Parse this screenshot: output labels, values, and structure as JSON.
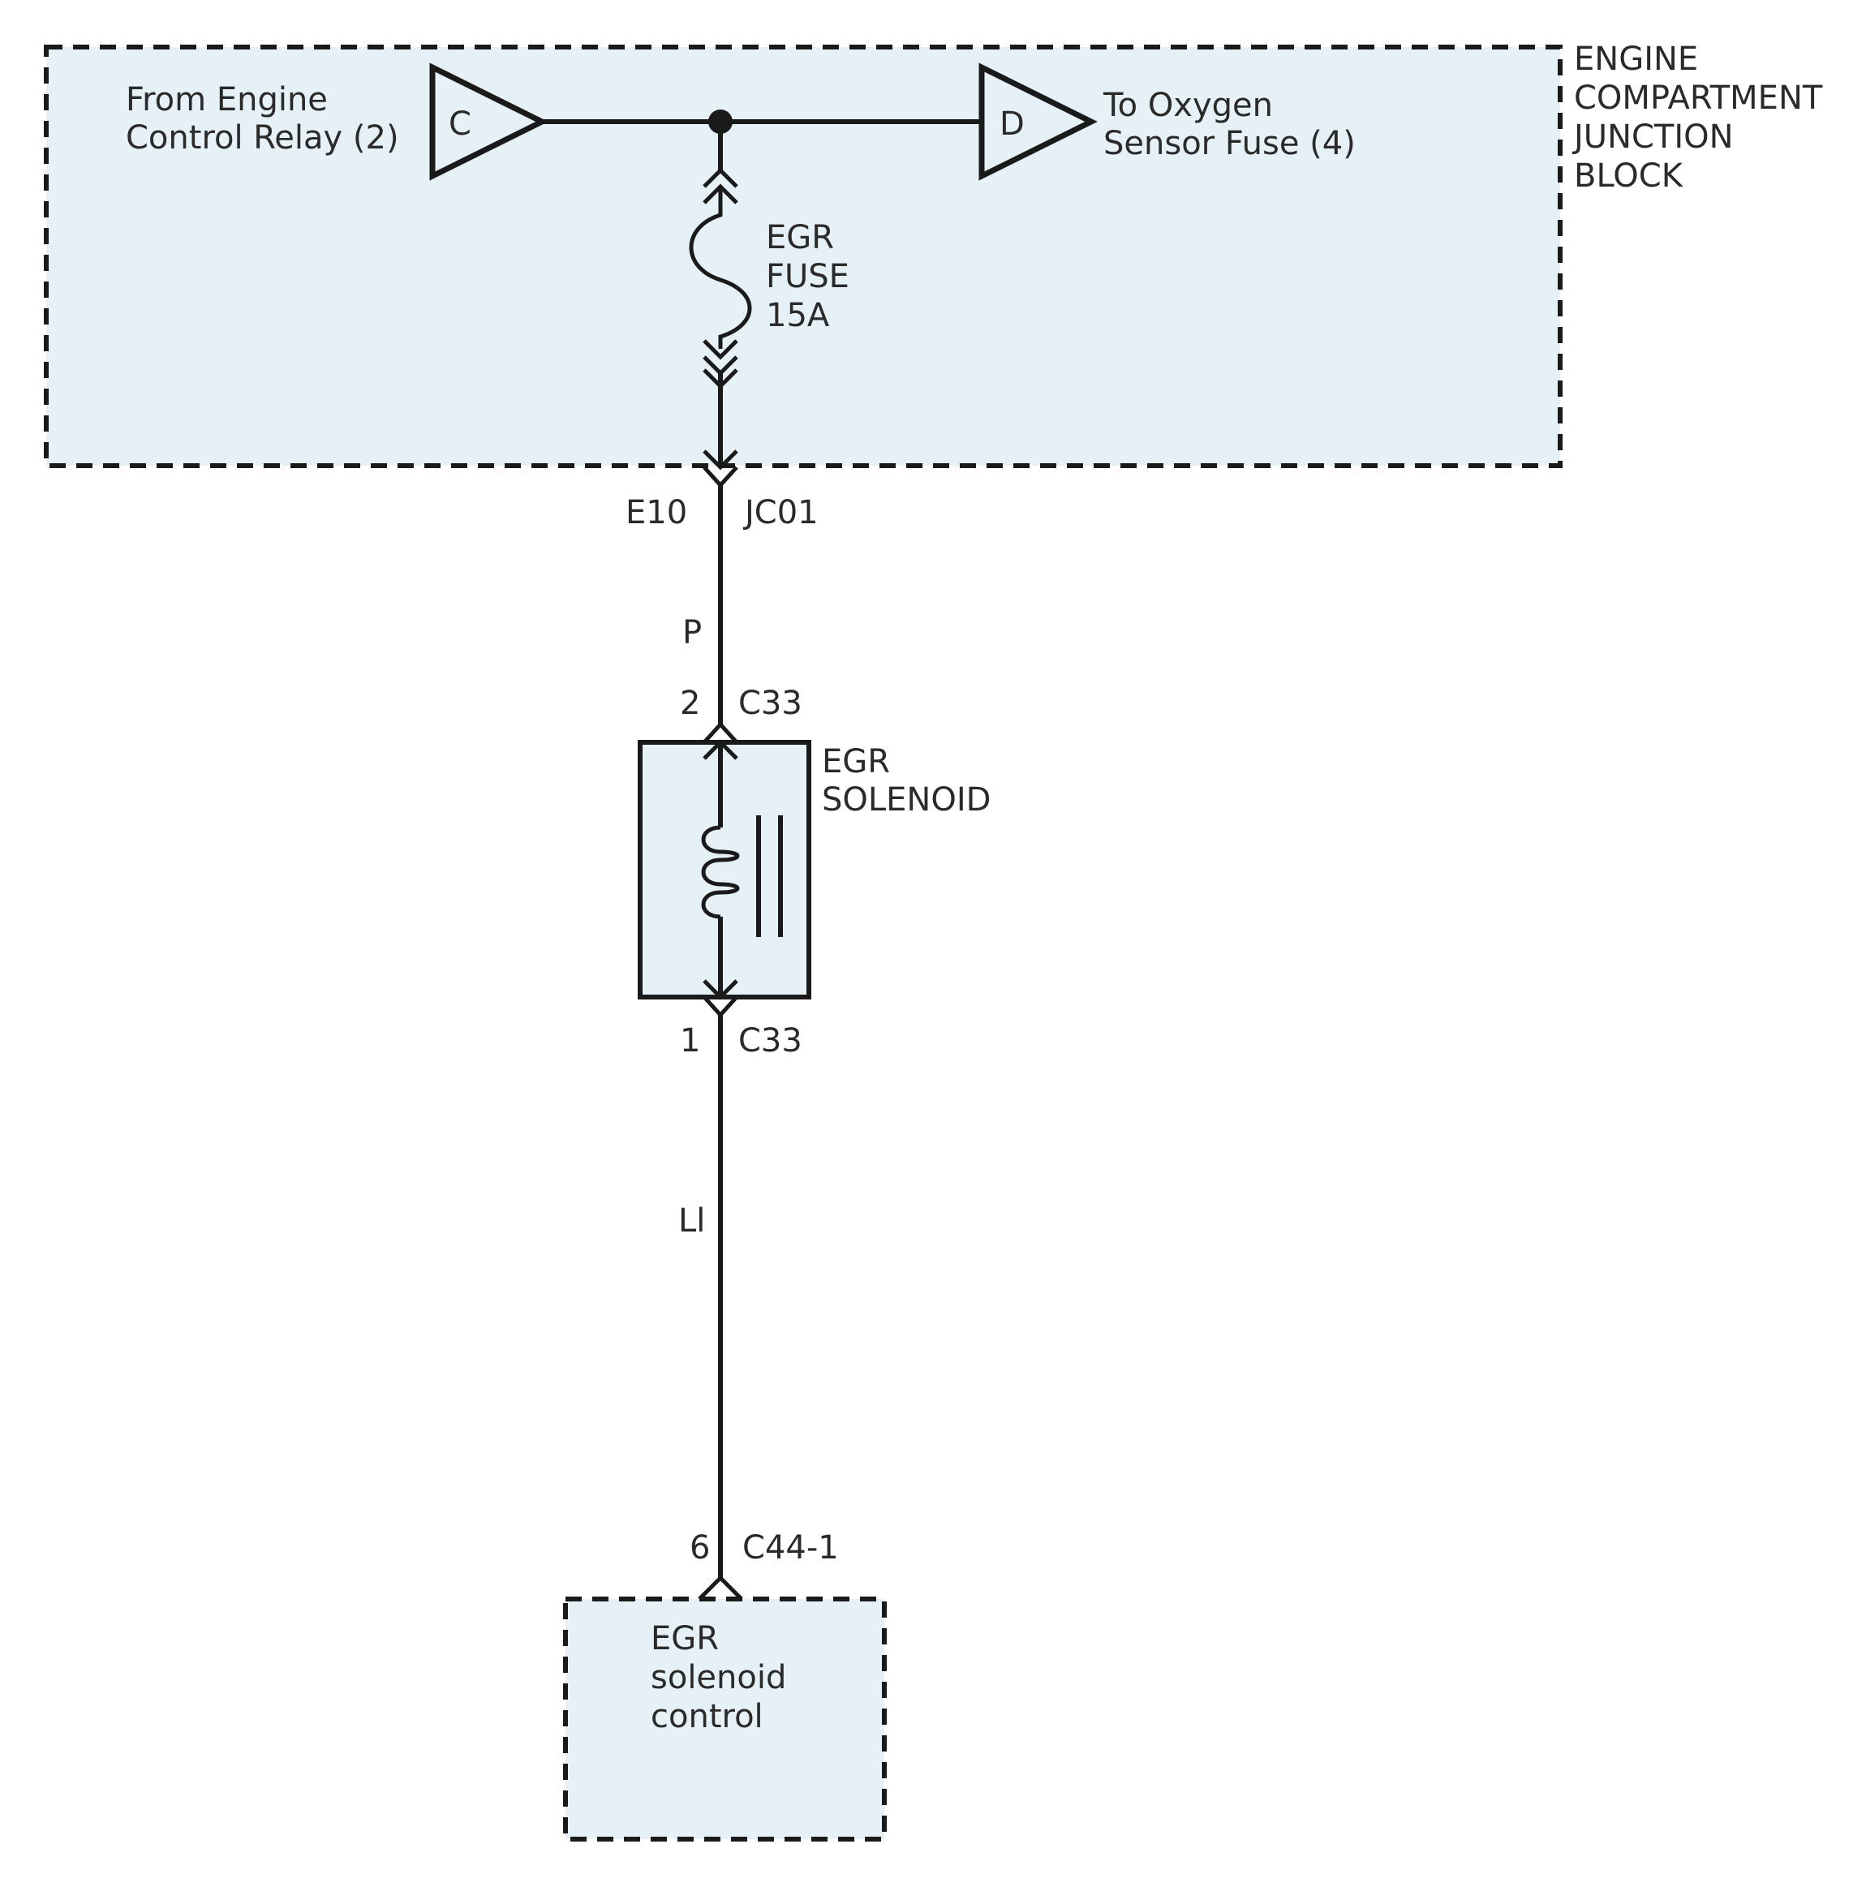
{
  "junction_block": {
    "title_lines": [
      "ENGINE",
      "COMPARTMENT",
      "JUNCTION",
      "BLOCK"
    ]
  },
  "connectors": {
    "from_id": "C",
    "from_label_lines": [
      "From Engine",
      "Control Relay (2)"
    ],
    "to_id": "D",
    "to_label_lines": [
      "To Oxygen",
      "Sensor Fuse (4)"
    ]
  },
  "fuse": {
    "label_lines": [
      "EGR",
      "FUSE",
      "15A"
    ]
  },
  "pins": {
    "jb_out_left": "E10",
    "jb_out_right": "JC01",
    "sol_top_pin": "2",
    "sol_top_conn": "C33",
    "sol_bottom_pin": "1",
    "sol_bottom_conn": "C33",
    "ctrl_pin": "6",
    "ctrl_conn": "C44-1"
  },
  "wire_colors": {
    "upper": "P",
    "lower": "Ll"
  },
  "solenoid": {
    "label_lines": [
      "EGR",
      "SOLENOID"
    ]
  },
  "control_module": {
    "label_lines": [
      "EGR",
      "solenoid",
      "control"
    ]
  }
}
